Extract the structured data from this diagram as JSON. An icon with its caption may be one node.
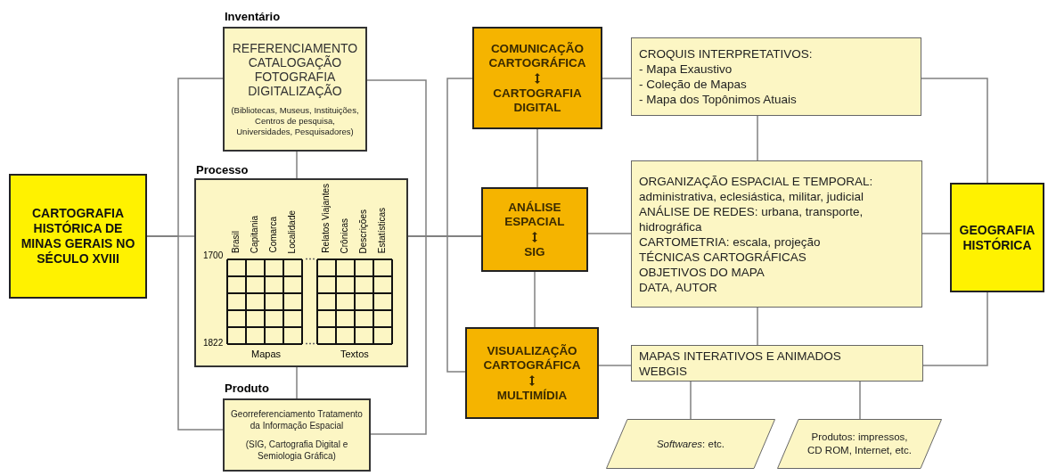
{
  "diagram": {
    "nodes": [
      {
        "text": [
          "CARTOGRAFIA HISTÓRICA DE MINAS GERAIS NO SÉCULO XVIII"
        ]
      },
      {
        "text": [
          "Inventário",
          "REFERENCIAMENTO CATALOGAÇÃO FOTOGRAFIA DIGITALIZAÇÃO",
          "(Bibliotecas, Museus, Instituições, Centros de pesquisa, Universidades, Pesquisadores)"
        ]
      },
      {
        "text": [
          "Processo"
        ]
      },
      {
        "text": [
          "Produto",
          "Georreferenciamento Tratamento da Informação Espacial",
          "(SIG, Cartografia Digital e Semiologia Gráfica)"
        ]
      },
      {
        "text": [
          "COMUNICAÇÃO CARTOGRÁFICA",
          "CARTOGRAFIA DIGITAL"
        ]
      },
      {
        "text": [
          "ANÁLISE ESPACIAL",
          "SIG"
        ]
      },
      {
        "text": [
          "VISUALIZAÇÃO CARTOGRÁFICA",
          "MULTIMÍDIA"
        ]
      },
      {
        "text": [
          "CROQUIS INTERPRETATIVOS:",
          "- Mapa Exaustivo",
          "- Coleção de Mapas",
          "- Mapa dos Topônimos Atuais"
        ]
      },
      {
        "text": [
          "ORGANIZAÇÃO ESPACIAL E TEMPORAL:",
          "administrativa, eclesiástica, militar, judicial",
          "ANÁLISE DE REDES: urbana, transporte, hidrográfica",
          "CARTOMETRIA: escala, projeção",
          "TÉCNICAS CARTOGRÁFICAS",
          "OBJETIVOS DO MAPA",
          "DATA, AUTOR"
        ]
      },
      {
        "text": [
          "MAPAS INTERATIVOS E ANIMADOS",
          "WEBGIS"
        ]
      },
      {
        "text": [
          "*Softwares*: etc."
        ]
      },
      {
        "text": [
          "Produtos: impressos, CD ROM, Internet, etc."
        ]
      },
      {
        "text": [
          "GEOGRAFIA HISTÓRICA"
        ]
      }
    ],
    "edges": [
      {
        "from": 0,
        "to": 1,
        "arrow": "none"
      },
      {
        "from": 0,
        "to": 2,
        "arrow": "none"
      },
      {
        "from": 0,
        "to": 3,
        "arrow": "none"
      },
      {
        "from": 1,
        "to": 2,
        "arrow": "none"
      },
      {
        "from": 2,
        "to": 3,
        "arrow": "none"
      },
      {
        "from": 2,
        "to": 5,
        "arrow": "none"
      },
      {
        "from": 1,
        "to": 5,
        "arrow": "none"
      },
      {
        "from": 3,
        "to": 5,
        "arrow": "none"
      },
      {
        "from": 2,
        "to": 4,
        "arrow": "none"
      },
      {
        "from": 2,
        "to": 6,
        "arrow": "none"
      },
      {
        "from": 4,
        "to": 5,
        "arrow": "none"
      },
      {
        "from": 5,
        "to": 6,
        "arrow": "none"
      },
      {
        "from": 4,
        "to": 7,
        "arrow": "none"
      },
      {
        "from": 5,
        "to": 8,
        "arrow": "none"
      },
      {
        "from": 6,
        "to": 9,
        "arrow": "none"
      },
      {
        "from": 7,
        "to": 8,
        "arrow": "none"
      },
      {
        "from": 8,
        "to": 9,
        "arrow": "none"
      },
      {
        "from": 9,
        "to": 10,
        "arrow": "none"
      },
      {
        "from": 9,
        "to": 11,
        "arrow": "none"
      },
      {
        "from": 7,
        "to": 12,
        "arrow": "none"
      },
      {
        "from": 8,
        "to": 12,
        "arrow": "none"
      },
      {
        "from": 9,
        "to": 12,
        "arrow": "none"
      }
    ],
    "labels": [
      "Brasil",
      "Capitania",
      "Comarca",
      "Localidade",
      "Relatos Viajantes",
      "Crônicas",
      "Descrições",
      "Estatísticas",
      "1700",
      "1822",
      "Mapas",
      "Textos"
    ]
  }
}
